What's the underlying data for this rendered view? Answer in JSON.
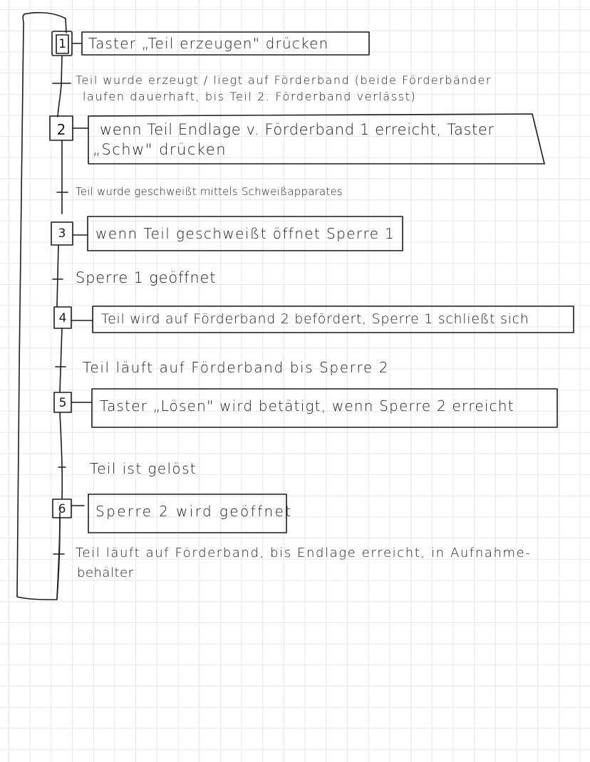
{
  "diagram": {
    "type": "GRAFCET / sequence function chart (handwritten)",
    "steps": [
      {
        "number": "1",
        "initial": true,
        "action": "Taster „Teil erzeugen\" drücken"
      },
      {
        "number": "2",
        "initial": false,
        "action_line1": "wenn Teil Endlage v. Förderband 1 erreicht, Taster",
        "action_line2": "„Schw\" drücken"
      },
      {
        "number": "3",
        "initial": false,
        "action": "wenn Teil geschweißt öffnet Sperre 1"
      },
      {
        "number": "4",
        "initial": false,
        "action": "Teil wird auf Förderband 2 befördert, Sperre 1 schließt sich"
      },
      {
        "number": "5",
        "initial": false,
        "action": "Taster „Lösen\" wird betätigt, wenn Sperre 2 erreicht"
      },
      {
        "number": "6",
        "initial": false,
        "action": "Sperre 2 wird geöffnet"
      }
    ],
    "transitions": [
      {
        "line1": "Teil wurde erzeugt / liegt auf Förderband (beide Förderbänder",
        "line2": "laufen dauerhaft, bis Teil 2. Förderband verlässt)"
      },
      {
        "line1": "Teil wurde geschweißt mittels Schweißapparates"
      },
      {
        "line1": "Sperre 1 geöffnet"
      },
      {
        "line1": "Teil läuft auf Förderband bis Sperre 2"
      },
      {
        "line1": "Teil ist gelöst"
      },
      {
        "line1": "Teil läuft auf Förderband, bis Endlage erreicht, in Aufnahme-",
        "line2": "behälter"
      }
    ],
    "colors": {
      "ink": "#1c1c1c",
      "grid": "#e6e6e6",
      "paper": "#ffffff"
    }
  }
}
